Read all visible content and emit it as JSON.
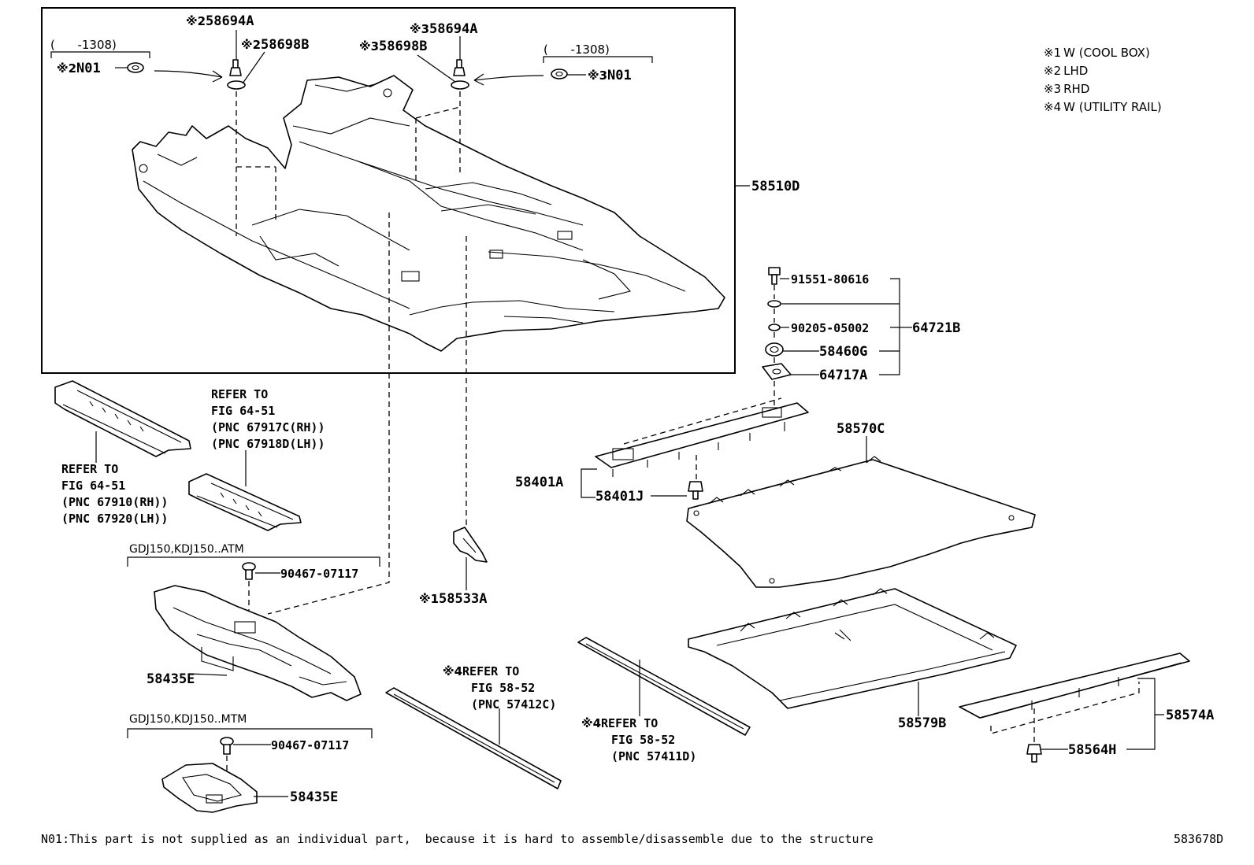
{
  "legend": [
    {
      "mark": "※1",
      "text": "W (COOL BOX)"
    },
    {
      "mark": "※2",
      "text": "LHD"
    },
    {
      "mark": "※3",
      "text": "RHD"
    },
    {
      "mark": "※4",
      "text": "W (UTILITY RAIL)"
    }
  ],
  "parts": {
    "p58694A_l": {
      "mark": "※2",
      "code": "58694A"
    },
    "p58698B_l": {
      "mark": "※2",
      "code": "58698B"
    },
    "p58694A_r": {
      "mark": "※3",
      "code": "58694A"
    },
    "p58698B_r": {
      "mark": "※3",
      "code": "58698B"
    },
    "n01_l": {
      "mark": "※2",
      "code": "N01"
    },
    "n01_r": {
      "mark": "※3",
      "code": "N01"
    },
    "range_l": "(      -1308)",
    "range_r": "(      -1308)",
    "p58510D": "58510D",
    "p91551": "91551-80616",
    "p90205": "90205-05002",
    "p64721B": "64721B",
    "p58460G": "58460G",
    "p64717A": "64717A",
    "p58570C": "58570C",
    "p58401A": "58401A",
    "p58401J": "58401J",
    "p58533A": {
      "mark": "※1",
      "code": "58533A"
    },
    "p90467_a": "90467-07117",
    "p90467_b": "90467-07117",
    "p58435E_a": "58435E",
    "p58435E_b": "58435E",
    "p58579B": "58579B",
    "p58574A": "58574A",
    "p58564H": "58564H"
  },
  "conditions": {
    "atm": "GDJ150,KDJ150..ATM",
    "mtm": "GDJ150,KDJ150..MTM"
  },
  "refs": {
    "ref_rear_step": [
      "REFER TO",
      "FIG 64-51",
      "(PNC 67917C(RH))",
      "(PNC 67918D(LH))"
    ],
    "ref_front_step": [
      "REFER TO",
      "FIG 64-51",
      "(PNC 67910(RH))",
      "(PNC 67920(LH))"
    ],
    "ref_rail_l": {
      "mark": "※4",
      "lines": [
        "REFER TO",
        "FIG 58-52",
        "(PNC 57412C)"
      ]
    },
    "ref_rail_r": {
      "mark": "※4",
      "lines": [
        "REFER TO",
        "FIG 58-52",
        "(PNC 57411D)"
      ]
    }
  },
  "footnote": "N01:This part is not supplied as an individual part,  because it is hard to assemble/disassemble due to the structure",
  "figure_id": "583678D"
}
